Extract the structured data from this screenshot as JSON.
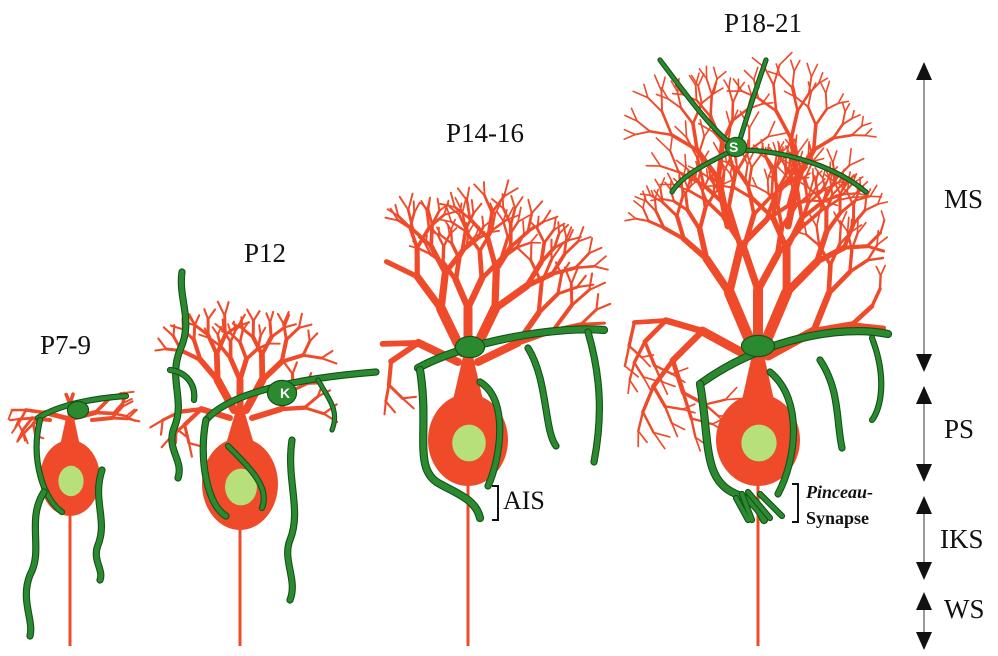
{
  "stages": [
    {
      "label": "P7-9"
    },
    {
      "label": "P12"
    },
    {
      "label": "P14-16"
    },
    {
      "label": "P18-21"
    }
  ],
  "layers": [
    {
      "label": "MS"
    },
    {
      "label": "PS"
    },
    {
      "label": "IKS"
    },
    {
      "label": "WS"
    }
  ],
  "callouts": {
    "ais": "AIS",
    "pinceau_italic": "Pinceau-",
    "synapse": "Synapse"
  },
  "cell_markers": {
    "basket": "K",
    "stellate": "S"
  },
  "colors": {
    "purkinje": "#ef4b2a",
    "nucleus": "#b8e07a",
    "interneuron": "#2b8a2f",
    "interneuron_dark": "#13521a",
    "arrow": "#111111",
    "axis_line": "#9a9a9a"
  }
}
